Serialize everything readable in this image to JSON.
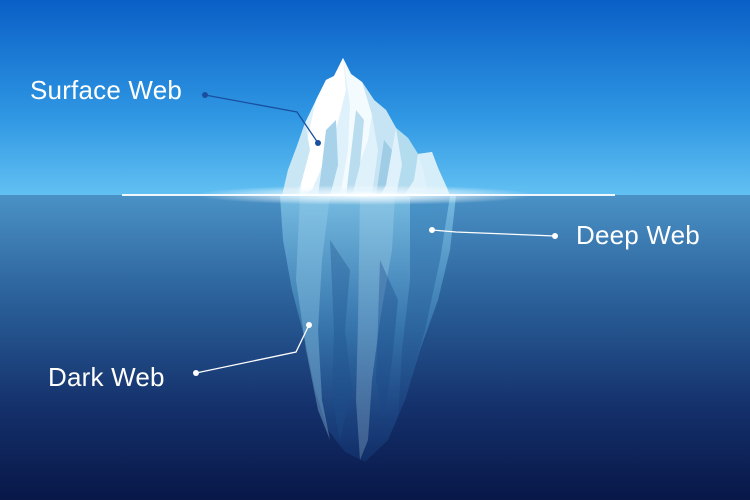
{
  "labels": {
    "surface": "Surface Web",
    "deep": "Deep Web",
    "dark": "Dark Web"
  },
  "colors": {
    "sky_top": "#0a63c9",
    "sky_bottom": "#55b7ef",
    "water_top": "#3f86bd",
    "water_bottom": "#0a1c52",
    "ice": "#eef7fb",
    "label": "#ffffff"
  }
}
